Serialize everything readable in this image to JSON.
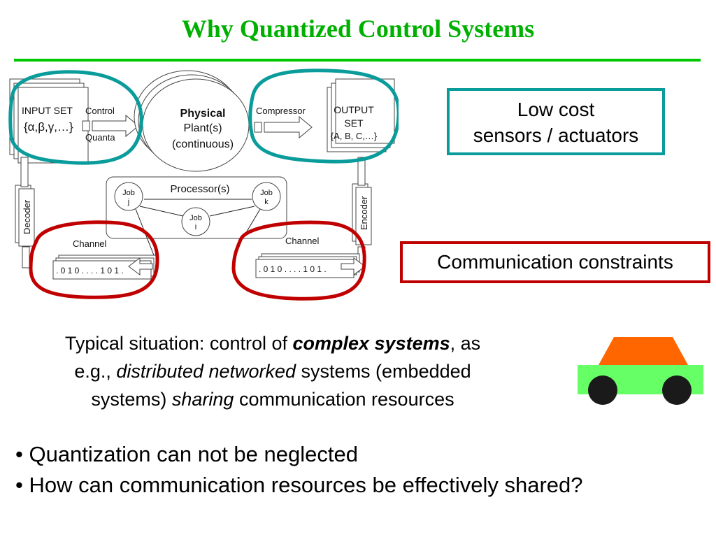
{
  "title": "Why Quantized Control Systems",
  "diagram": {
    "input_set": "INPUT SET",
    "input_symbols": "{α,β,γ,…}",
    "control": "Control",
    "quanta": "Quanta",
    "plant_line1": "Physical",
    "plant_line2": "Plant(s)",
    "plant_line3": "(continuous)",
    "compressor": "Compressor",
    "output_set_line1": "OUTPUT",
    "output_set_line2": "SET",
    "output_symbols": "{A, B, C,…}",
    "processor": "Processor(s)",
    "job_j_1": "Job",
    "job_j_2": "j",
    "job_k_1": "Job",
    "job_k_2": "k",
    "job_i_1": "Job",
    "job_i_2": "i",
    "decoder": "Decoder",
    "encoder": "Encoder",
    "channel_left": "Channel",
    "channel_right": "Channel",
    "bits_left": ". 0 1 0 . . . . 1 0 1 .",
    "bits_right": ". 0 1 0 . . . . 1 0 1 ."
  },
  "callouts": {
    "low_cost_line1": "Low cost",
    "low_cost_line2": "sensors / actuators",
    "communication": "Communication constraints"
  },
  "paragraph": {
    "p1": "Typical situation: control of ",
    "p1_em": "complex systems",
    "p1_end": ", as",
    "p2": "e.g., ",
    "p2_em": "distributed networked",
    "p2_end": " systems (embedded",
    "p3": "systems) ",
    "p3_em": "sharing",
    "p3_end": " communication resources"
  },
  "bullets": [
    "• Quantization can not be neglected",
    "• How can communication resources be effectively shared?"
  ],
  "colors": {
    "title": "#00b000",
    "teal": "#0a9b9b",
    "red": "#c00000",
    "car_body": "#66ff66",
    "car_roof": "#ff6600",
    "wheel": "#1a1a1a"
  }
}
